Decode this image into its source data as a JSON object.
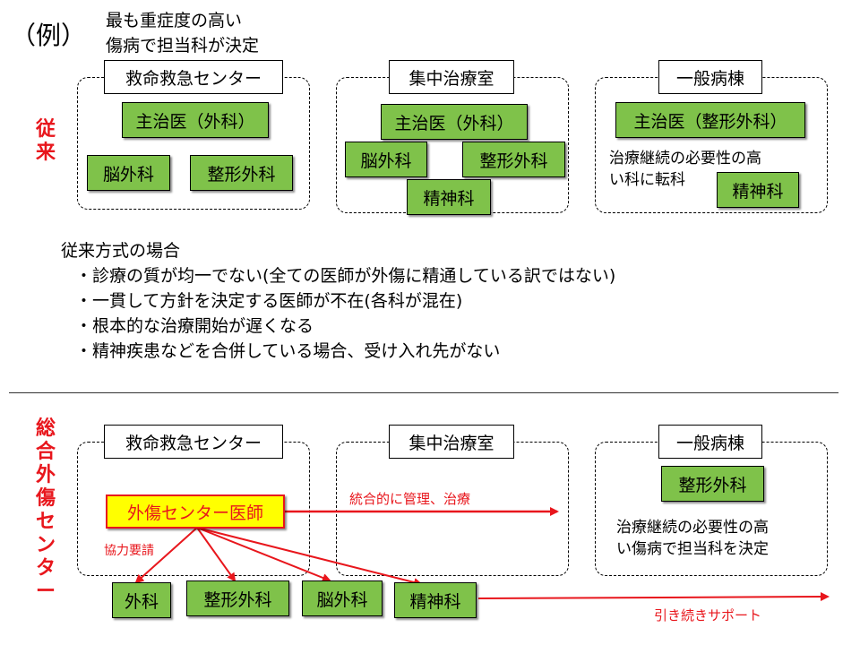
{
  "example": {
    "mark": "（例）",
    "heading_line1": "最も重症度の高い",
    "heading_line2": "傷病で担当科が決定"
  },
  "traditional": {
    "side_label": [
      "従",
      "来"
    ],
    "er": {
      "title": "救命救急センター",
      "main": "主治医（外科）",
      "depts": [
        "脳外科",
        "整形外科"
      ]
    },
    "icu": {
      "title": "集中治療室",
      "main": "主治医（外科）",
      "depts": [
        "脳外科",
        "整形外科",
        "精神科"
      ]
    },
    "ward": {
      "title": "一般病棟",
      "main": "主治医（整形外科）",
      "note_line1": "治療継続の必要性の高",
      "note_line2": "い科に転科",
      "dept": "精神科"
    }
  },
  "issues": {
    "title": "従来方式の場合",
    "items": [
      "・診療の質が均一でない(全ての医師が外傷に精通している訳ではない)",
      "・一貫して方針を決定する医師が不在(各科が混在)",
      "・根本的な治療開始が遅くなる",
      "・精神疾患などを合併している場合、受け入れ先がない"
    ]
  },
  "trauma": {
    "side_label": [
      "総",
      "合",
      "外",
      "傷",
      "セ",
      "ン",
      "タ",
      "ー"
    ],
    "er_title": "救命救急センター",
    "icu_title": "集中治療室",
    "ward_title": "一般病棟",
    "trauma_doctor": "外傷センター医師",
    "integrated_label": "統合的に管理、治療",
    "cooperation_label": "協力要請",
    "ward_dept": "整形外科",
    "ward_note_line1": "治療継続の必要性の高",
    "ward_note_line2": "い傷病で担当科を決定",
    "depts": [
      "外科",
      "整形外科",
      "脳外科",
      "精神科"
    ],
    "support_label": "引き続きサポート"
  },
  "colors": {
    "green": "#7fc24a",
    "red": "#e8161c",
    "yellow": "#ffff00"
  }
}
